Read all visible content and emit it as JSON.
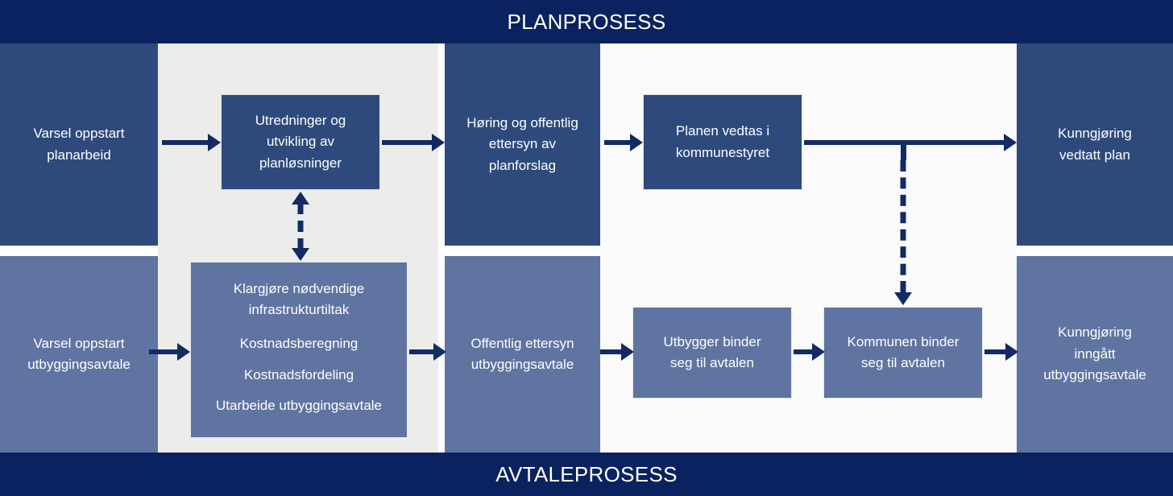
{
  "diagram": {
    "title_top": "PLANPROSESS",
    "title_bottom": "AVTALEPROSESS",
    "colors": {
      "band": "#0a2260",
      "upper_blue": "#2e4a7d",
      "lower_slate": "#5f74a0",
      "panel_light": "#ececea",
      "panel_white": "#fbfbfb",
      "arrow": "#132a63"
    }
  },
  "plan_row": {
    "start_label_line1": "Varsel oppstart",
    "start_label_line2": "planarbeid",
    "step_utredninger": {
      "line1": "Utredninger og",
      "line2": "utvikling av",
      "line3": "planløsninger"
    },
    "step_horing": {
      "line1": "Høring og offentlig",
      "line2": "ettersyn av",
      "line3": "planforslag"
    },
    "step_vedtak": {
      "line1": "Planen vedtas i",
      "line2": "kommunestyret"
    },
    "end_label_line1": "Kunngjøring",
    "end_label_line2": "vedtatt plan"
  },
  "avtale_row": {
    "start_label_line1": "Varsel oppstart",
    "start_label_line2": "utbyggingsavtale",
    "step_klargjore": {
      "line1": "Klargjøre nødvendige",
      "line2": "infrastrukturtiltak",
      "line3": "Kostnadsberegning",
      "line4": "Kostnadsfordeling",
      "line5": "Utarbeide utbyggingsavtale"
    },
    "step_offentlig": {
      "line1": "Offentlig ettersyn",
      "line2": "utbyggingsavtale"
    },
    "step_utbygger": {
      "line1": "Utbygger binder",
      "line2": "seg til avtalen"
    },
    "step_kommunen": {
      "line1": "Kommunen binder",
      "line2": "seg til avtalen"
    },
    "end_label_line1": "Kunngjøring",
    "end_label_line2": "inngått",
    "end_label_line3": "utbyggingsavtale"
  }
}
